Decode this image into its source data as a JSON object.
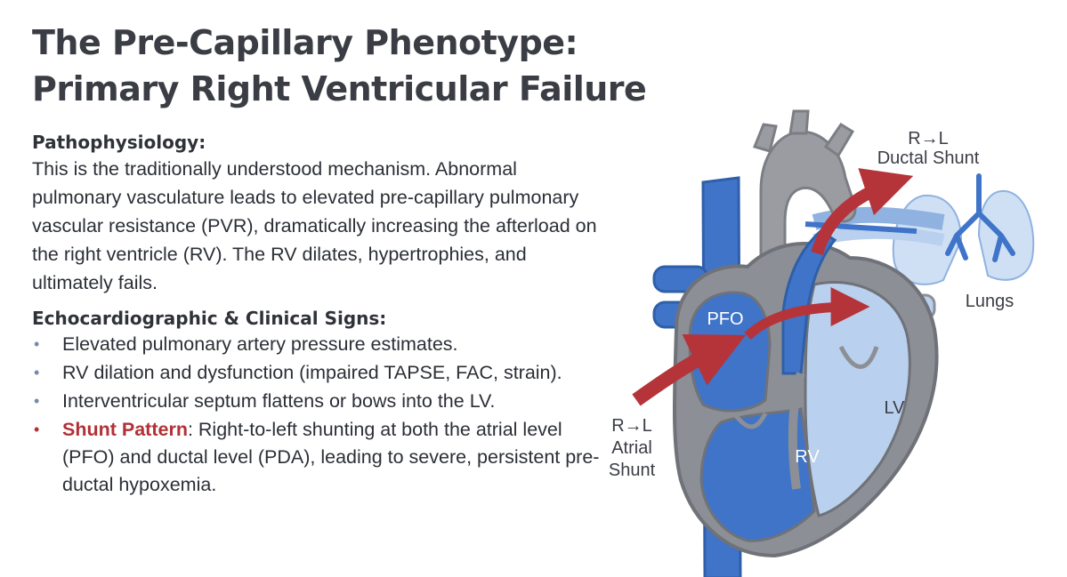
{
  "title": {
    "line1": "The Pre-Capillary Phenotype:",
    "line2": "Primary Right Ventricular Failure"
  },
  "pathophysiology": {
    "heading": "Pathophysiology:",
    "text": "This is the traditionally understood mechanism. Abnormal pulmonary vasculature leads to elevated pre-capillary pulmonary vascular resistance (PVR), dramatically increasing the afterload on the right ventricle (RV). The RV dilates, hypertrophies, and ultimately fails."
  },
  "signs": {
    "heading": "Echocardiographic & Clinical Signs:",
    "items": [
      "Elevated pulmonary artery pressure estimates.",
      "RV dilation and dysfunction (impaired TAPSE, FAC, strain).",
      "Interventricular septum flattens or bows into the LV."
    ],
    "shunt": {
      "label": "Shunt Pattern",
      "text": ": Right-to-left shunting at both the atrial level (PFO) and ductal level (PDA), leading to severe, persistent pre-ductal hypoxemia."
    }
  },
  "diagram": {
    "labels": {
      "ductal_line1": "R→L",
      "ductal_line2": "Ductal Shunt",
      "lungs": "Lungs",
      "pfo": "PFO",
      "lv": "LV",
      "rv": "RV",
      "atrial_line1": "R→L",
      "atrial_line2": "Atrial",
      "atrial_line3": "Shunt"
    },
    "colors": {
      "deoxygenated": "#3f74c9",
      "oxygenated": "#b9d0ee",
      "wall": "#8c8f95",
      "shunt_arrow": "#b5343a"
    }
  }
}
